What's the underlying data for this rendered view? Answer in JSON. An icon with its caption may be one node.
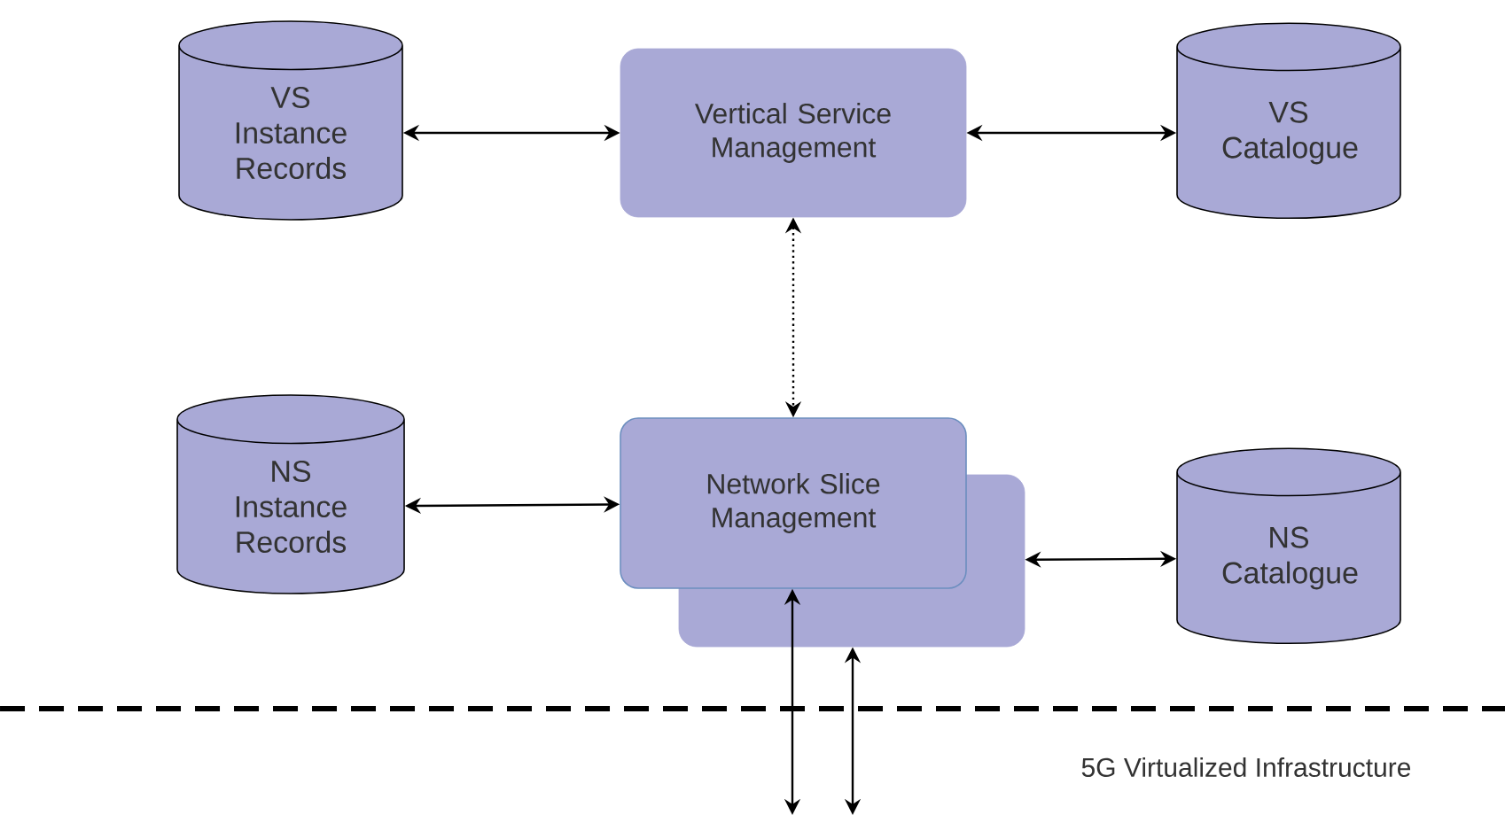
{
  "diagram": {
    "nodes": [
      {
        "text": [
          "VS Instance Records"
        ]
      },
      {
        "text": [
          "Vertical Service Management"
        ]
      },
      {
        "text": [
          "VS Catalogue"
        ]
      },
      {
        "text": [
          "NS Instance Records"
        ]
      },
      {
        "text": [],
        "shape": "box"
      },
      {
        "text": [
          "Network Slice Management"
        ]
      },
      {
        "text": [
          "NS Catalogue"
        ]
      },
      {
        "text": [
          "5G Virtualized Infrastructure"
        ]
      }
    ],
    "edges": [
      {
        "from": 0,
        "to": 1,
        "arrow": "both"
      },
      {
        "from": 1,
        "to": 2,
        "arrow": "both"
      },
      {
        "from": 1,
        "to": 5,
        "arrow": "both",
        "style": "dashed"
      },
      {
        "from": 3,
        "to": 5,
        "arrow": "both"
      },
      {
        "from": 4,
        "to": 6,
        "arrow": "both"
      },
      {
        "from": 5,
        "to": null,
        "arrow": "both"
      },
      {
        "from": 4,
        "to": null,
        "arrow": "both"
      }
    ]
  }
}
